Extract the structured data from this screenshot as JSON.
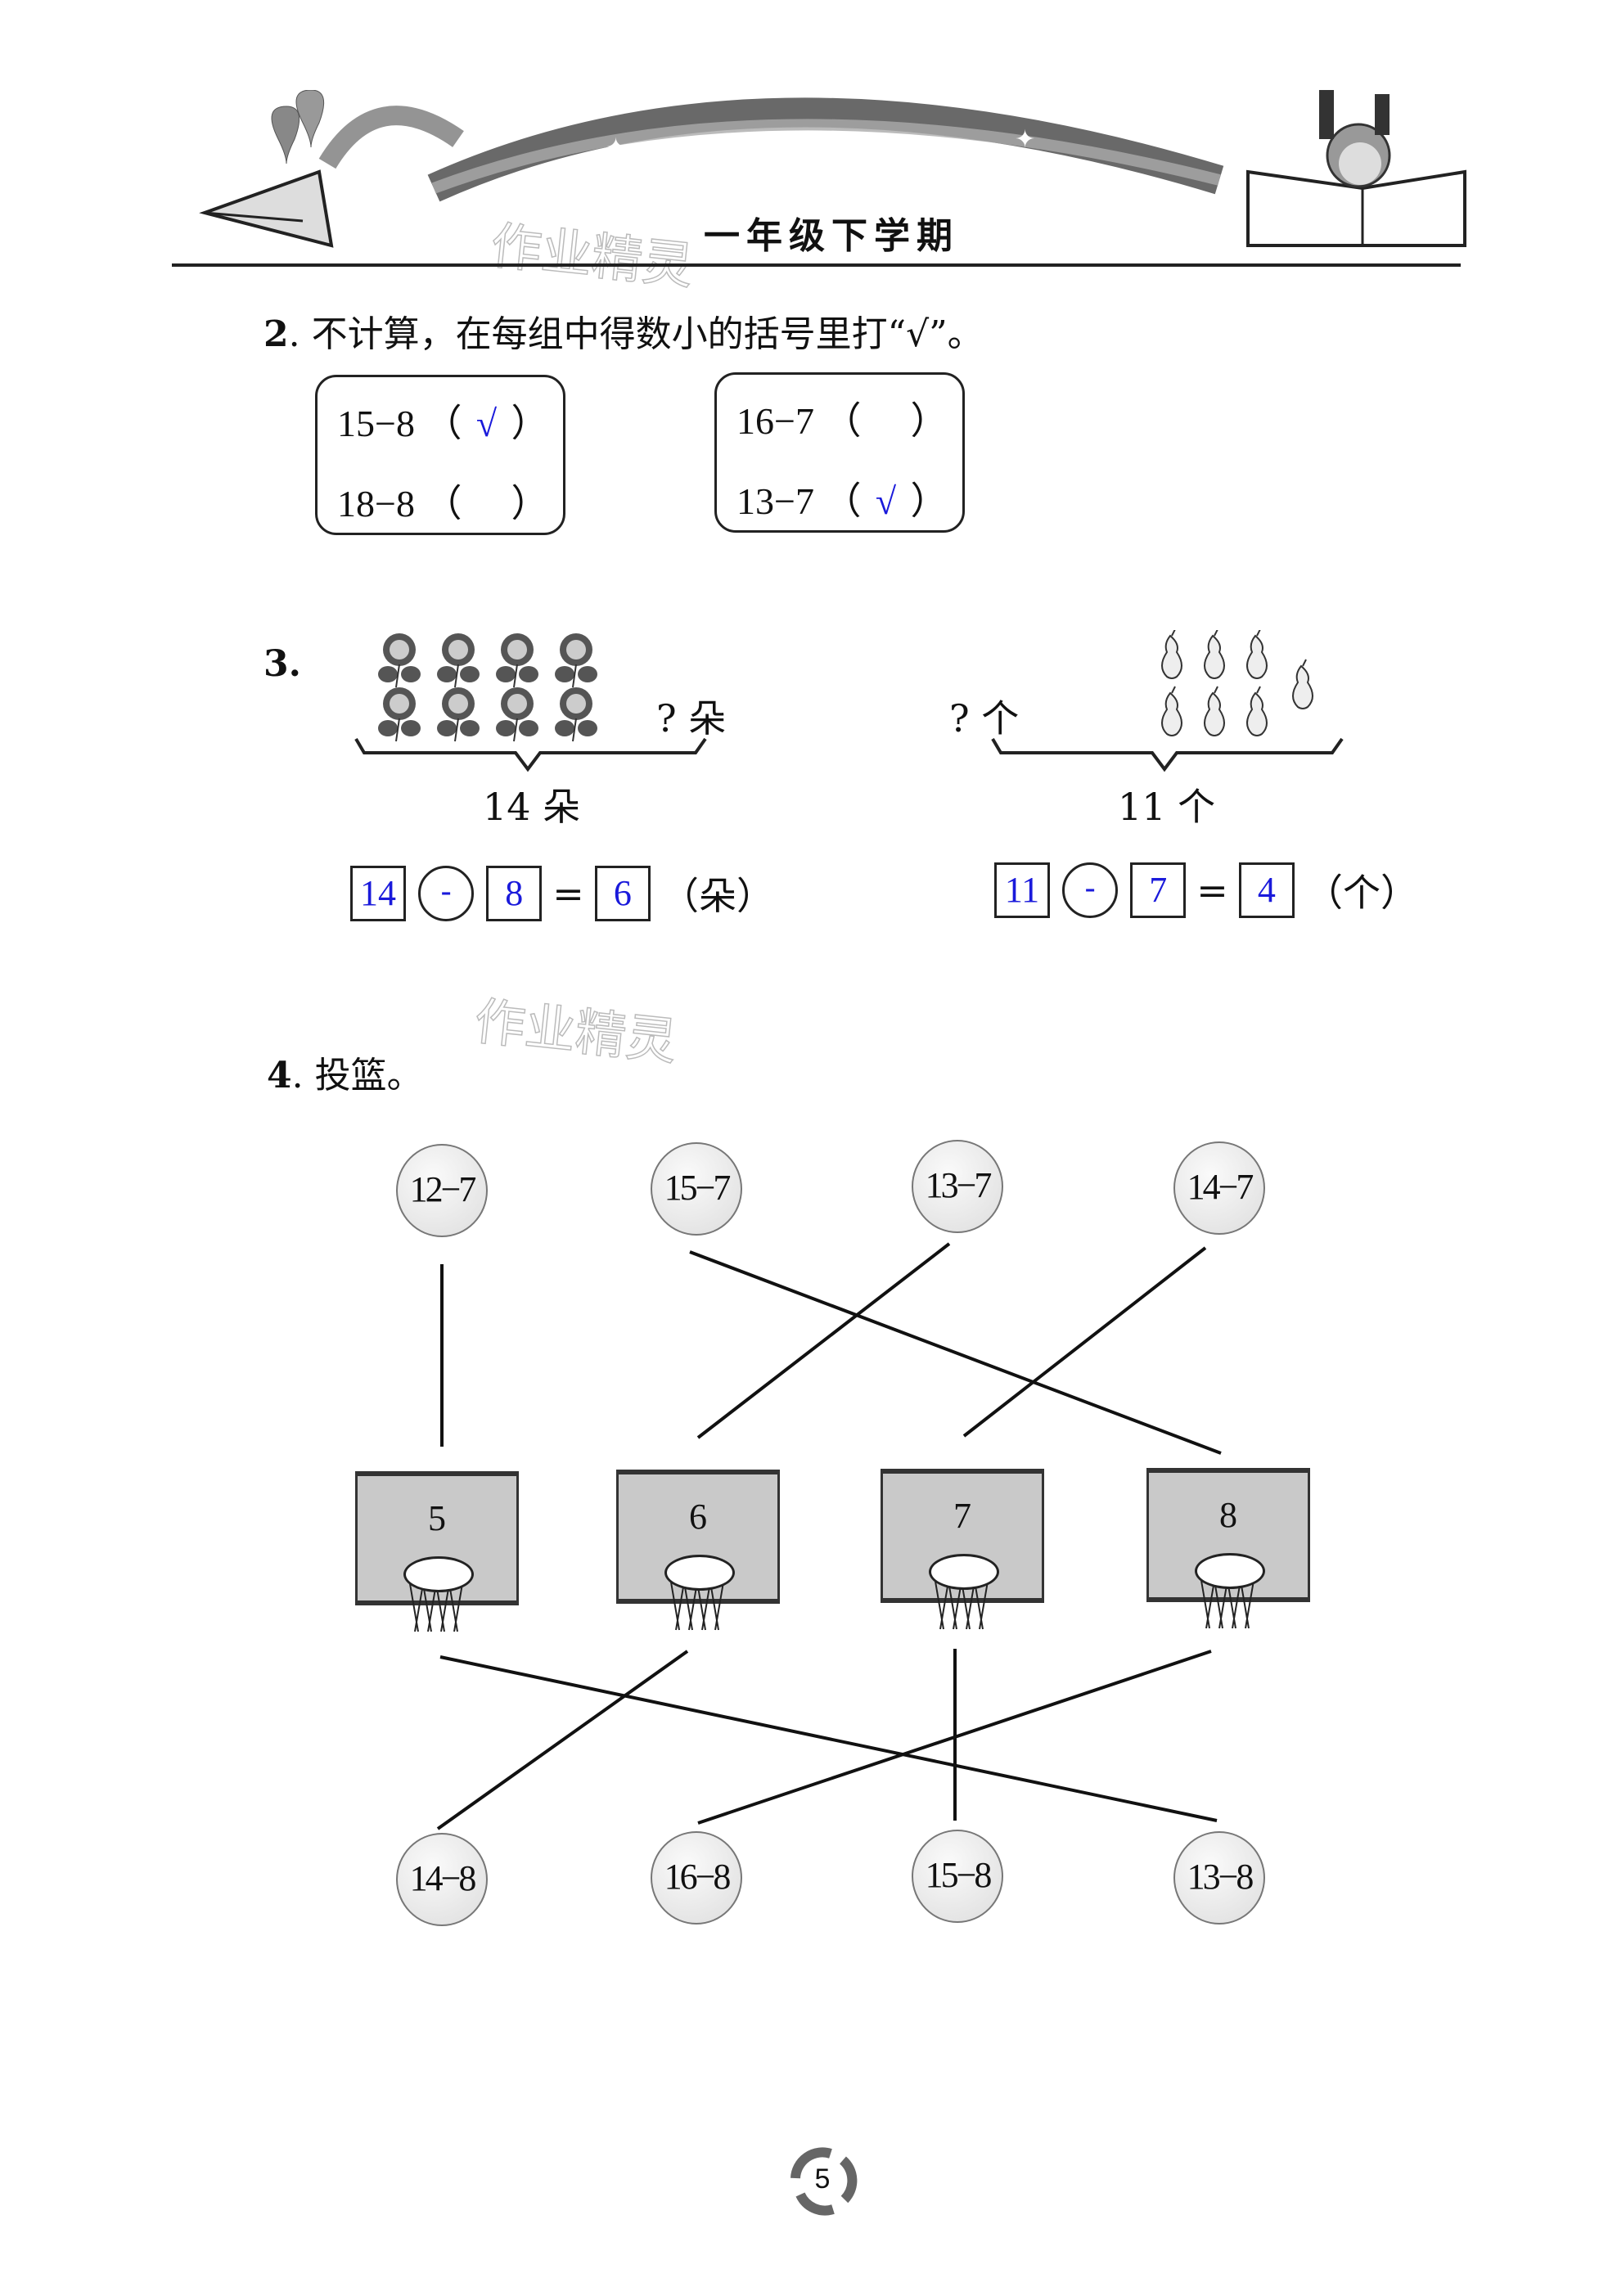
{
  "header": {
    "title": "一年级下学期",
    "watermark": "作业精灵"
  },
  "q2": {
    "number": "2",
    "prompt": ". 不计算，在每组中得数小的括号里打“√”。",
    "groups": [
      {
        "rows": [
          {
            "expr": "15−8",
            "mark": "√"
          },
          {
            "expr": "18−8",
            "mark": ""
          }
        ]
      },
      {
        "rows": [
          {
            "expr": "16−7",
            "mark": ""
          },
          {
            "expr": "13−7",
            "mark": "√"
          }
        ]
      }
    ]
  },
  "q3": {
    "number": "3.",
    "left": {
      "unknown": "? 朵",
      "total": "14 朵",
      "eq": {
        "a": "14",
        "op": "-",
        "b": "8",
        "eq": "=",
        "result": "6",
        "unit": "（朵）"
      }
    },
    "right": {
      "unknown": "? 个",
      "total": "11 个",
      "eq": {
        "a": "11",
        "op": "-",
        "b": "7",
        "eq": "=",
        "result": "4",
        "unit": "（个）"
      }
    }
  },
  "q4": {
    "number": "4",
    "prompt": ". 投篮。",
    "top_balls": [
      "12−7",
      "15−7",
      "13−7",
      "14−7"
    ],
    "boards": [
      "5",
      "6",
      "7",
      "8"
    ],
    "bottom_balls": [
      "14−8",
      "16−8",
      "15−8",
      "13−8"
    ]
  },
  "footer": {
    "page_number": "5"
  }
}
